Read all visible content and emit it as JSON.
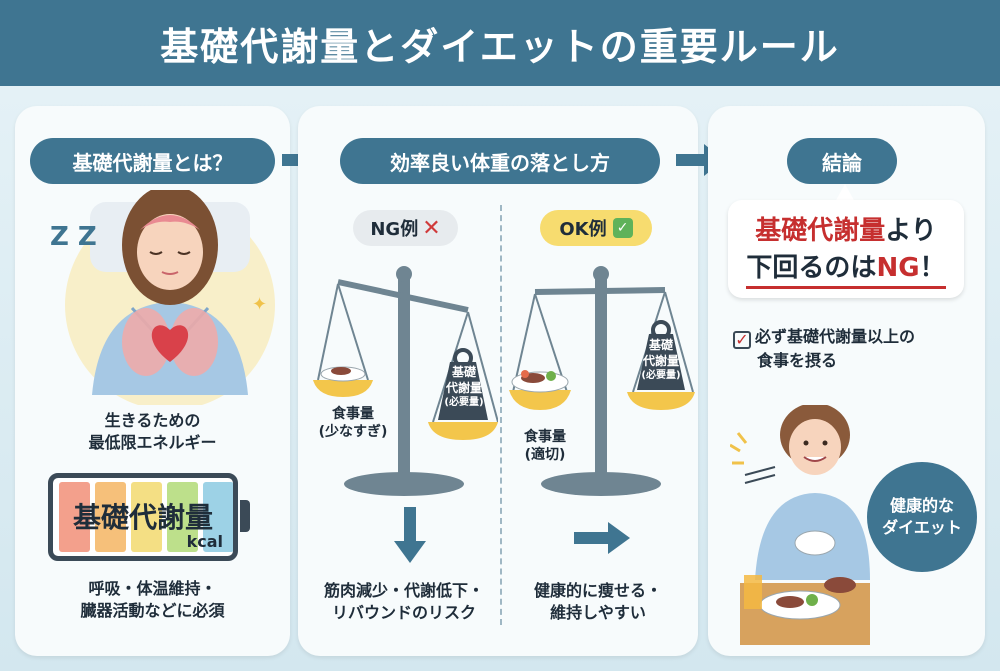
{
  "title": "基礎代謝量とダイエットの重要ルール",
  "panel1": {
    "heading": "基礎代謝量とは？",
    "caption_line1": "生きるための",
    "caption_line2": "最低限エネルギー",
    "battery_label": "基礎代謝量",
    "battery_unit": "kcal",
    "bottom_line1": "呼吸・体温維持・",
    "bottom_line2": "臓器活動などに必須",
    "sleep_symbol": "Z Z"
  },
  "panel2": {
    "heading": "効率良い体重の落とし方",
    "ng": {
      "tag": "NG例",
      "tag_icon": "cross-icon",
      "food_line1": "食事量",
      "food_line2": "(少なすぎ)",
      "weight_line1": "基礎",
      "weight_line2": "代謝量",
      "weight_line3": "(必要量)",
      "result_line1": "筋肉減少・代謝低下・",
      "result_line2": "リバウンドのリスク"
    },
    "ok": {
      "tag": "OK例",
      "tag_icon": "check-icon",
      "food_line1": "食事量",
      "food_line2": "(適切)",
      "weight_line1": "基礎",
      "weight_line2": "代謝量",
      "weight_line3": "(必要量)",
      "result_line1": "健康的に痩せる・",
      "result_line2": "維持しやすい"
    }
  },
  "panel3": {
    "heading": "結論",
    "rule_part1": "基礎代謝量",
    "rule_part2": "より",
    "rule_part3": "下回るのは",
    "rule_part4": "NG",
    "rule_part5": "！",
    "check_line1": "必ず基礎代謝量以上の",
    "check_line2": "食事を摂る",
    "badge_line1": "健康的な",
    "badge_line2": "ダイエット"
  },
  "colors": {
    "header": "#3f7591",
    "accent_red": "#c62f2f",
    "ng_tag": "#e7ebee",
    "ok_tag": "#f7dc6f",
    "scale_metal": "#6f8592",
    "plate_gold": "#f3c64b"
  }
}
